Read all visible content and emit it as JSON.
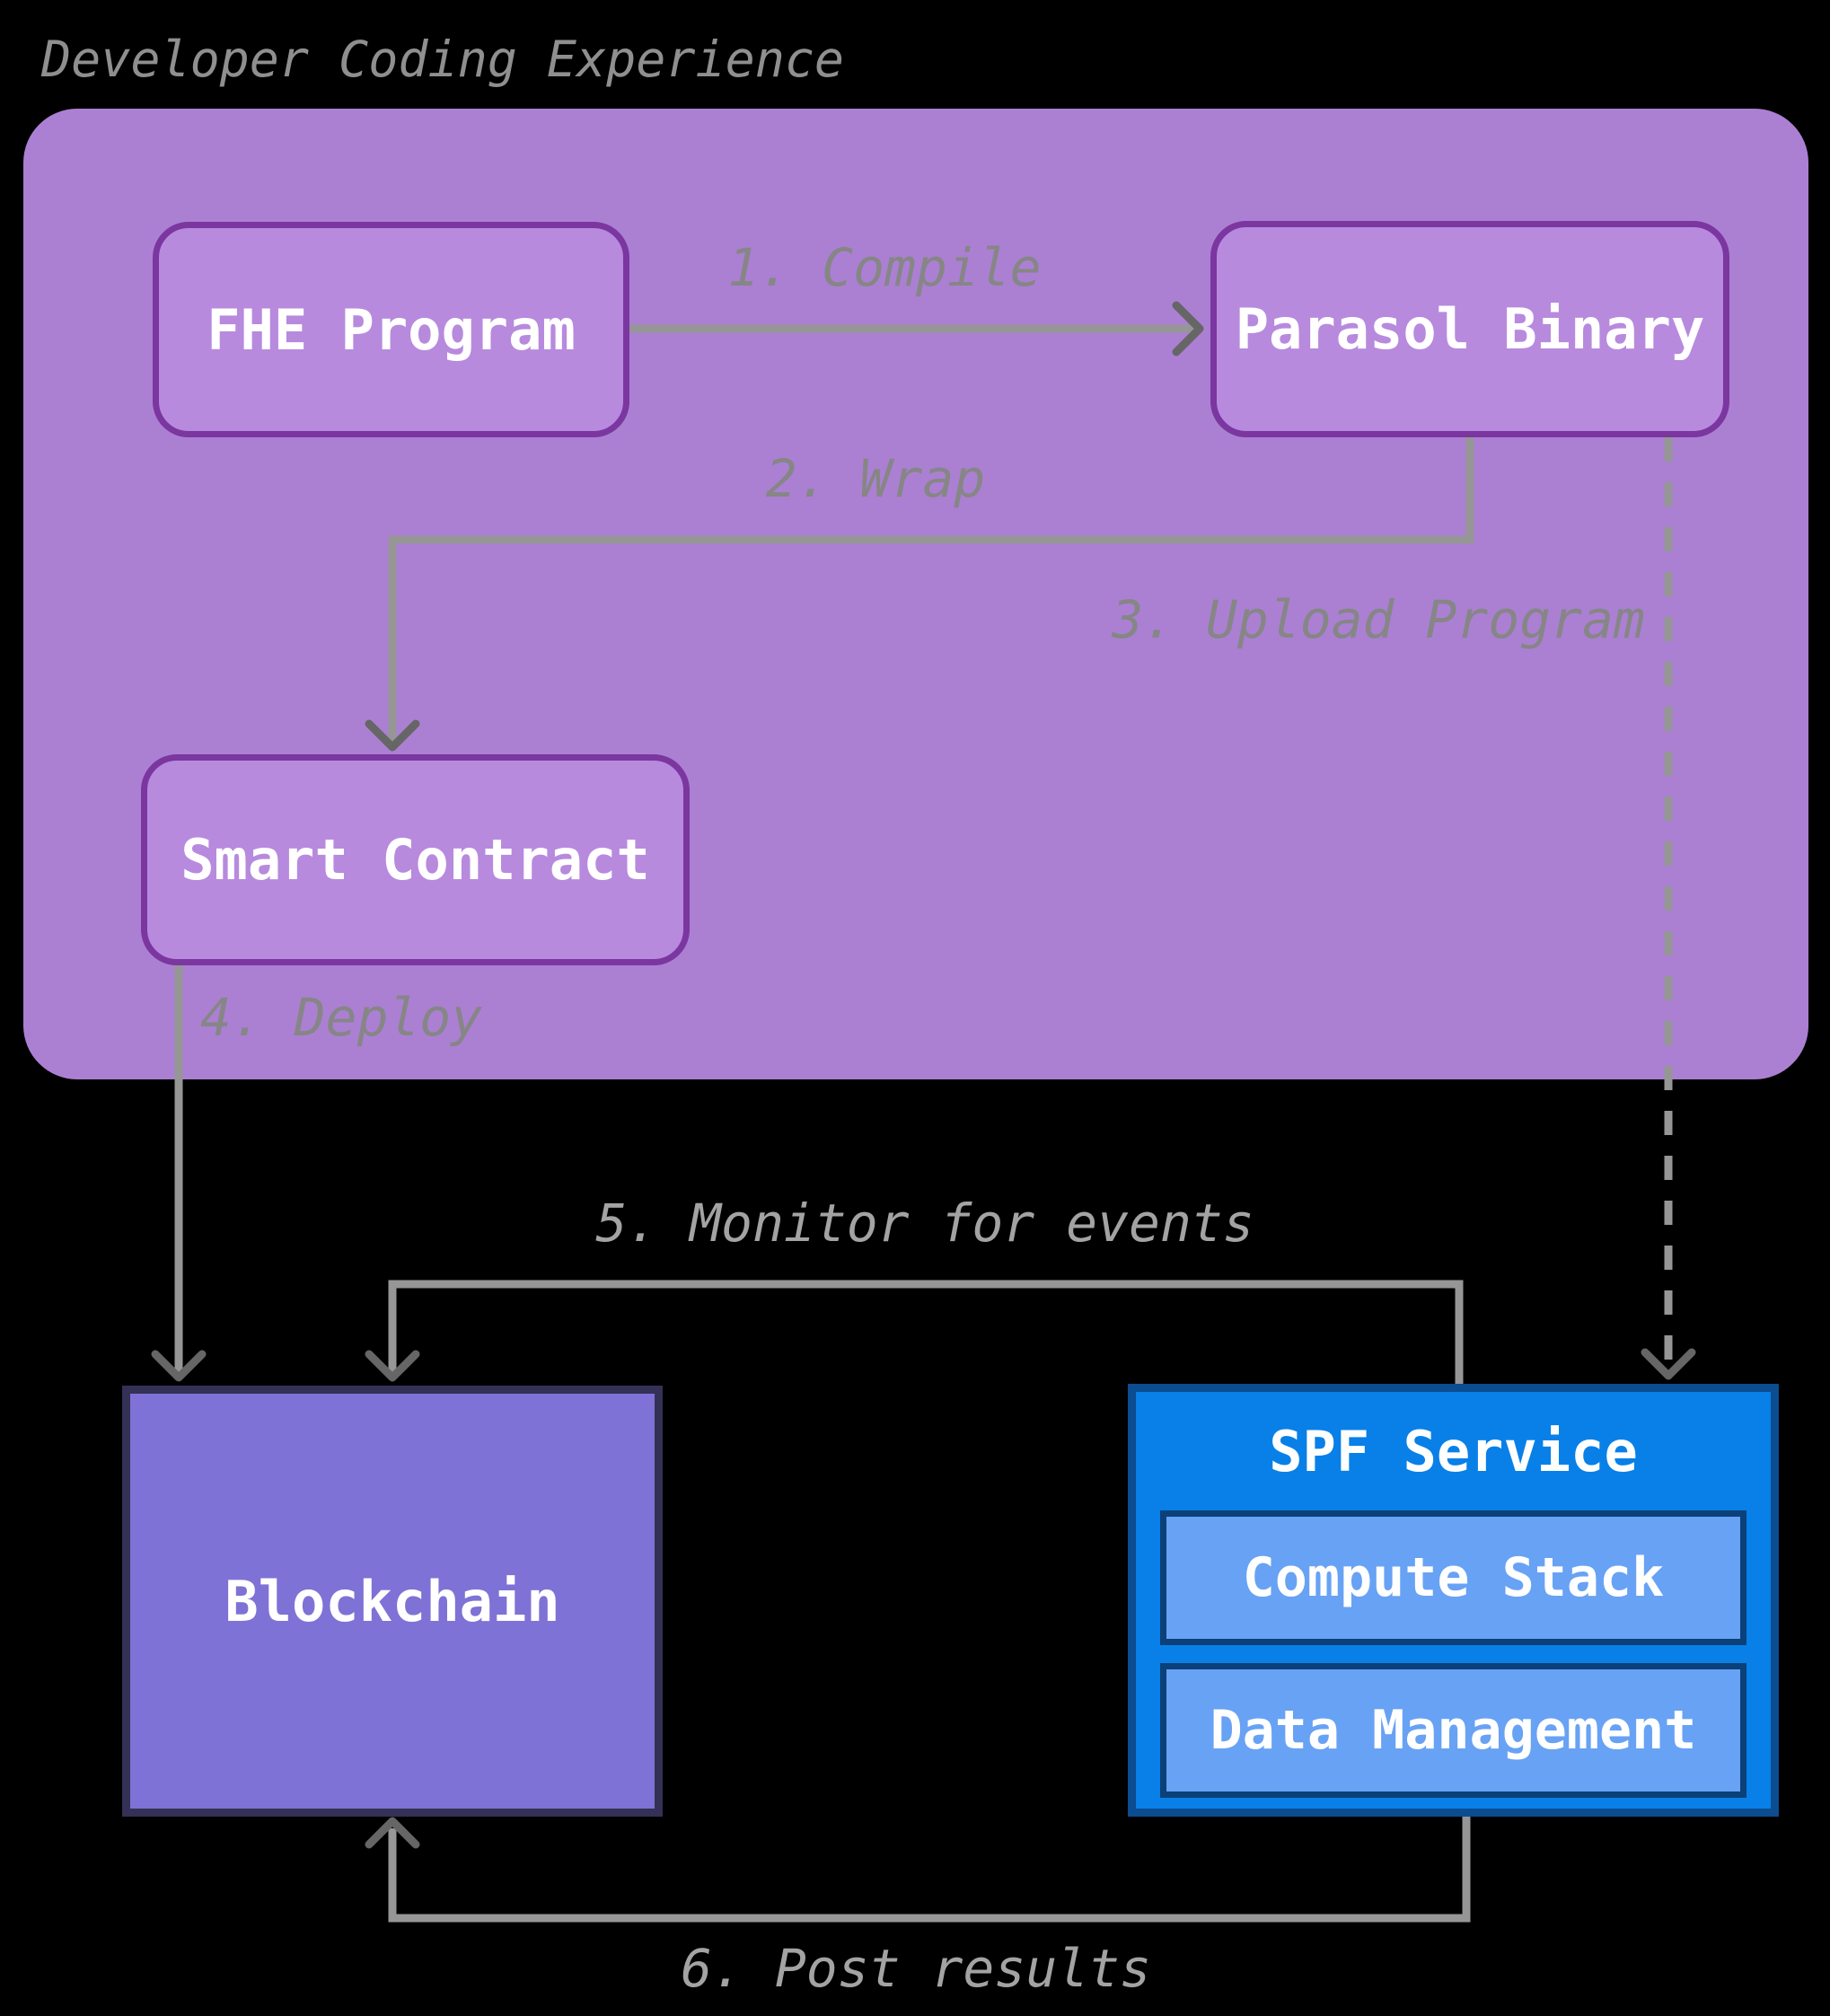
{
  "title": "Developer Coding Experience",
  "nodes": {
    "fhe_program": {
      "label": "FHE Program"
    },
    "parasol_binary": {
      "label": "Parasol Binary"
    },
    "smart_contract": {
      "label": "Smart Contract"
    },
    "blockchain": {
      "label": "Blockchain"
    },
    "spf_service": {
      "label": "SPF Service",
      "compute_stack": "Compute Stack",
      "data_management": "Data Management"
    }
  },
  "edges": {
    "compile": "1. Compile",
    "wrap": "2. Wrap",
    "upload": "3. Upload Program",
    "deploy": "4. Deploy",
    "monitor": "5. Monitor for events",
    "post": "6. Post results"
  },
  "colors": {
    "canvas_bg": "#000000",
    "container_fill": "#ab80d3",
    "node_fill": "#b78ade",
    "node_border": "#7b36a0",
    "blockchain_fill": "#7e72d6",
    "blockchain_border": "#343056",
    "spf_fill": "#0880e8",
    "spf_border": "#0c4c90",
    "spf_inner_fill": "#68a2f4",
    "spf_inner_border": "#0b4078",
    "edge_line": "#969696",
    "arrowhead": "#666666",
    "label_on_purple": "#868686",
    "label_on_black": "#a3a3a3",
    "title_color": "#8f8f8f",
    "node_text": "#ffffff"
  }
}
